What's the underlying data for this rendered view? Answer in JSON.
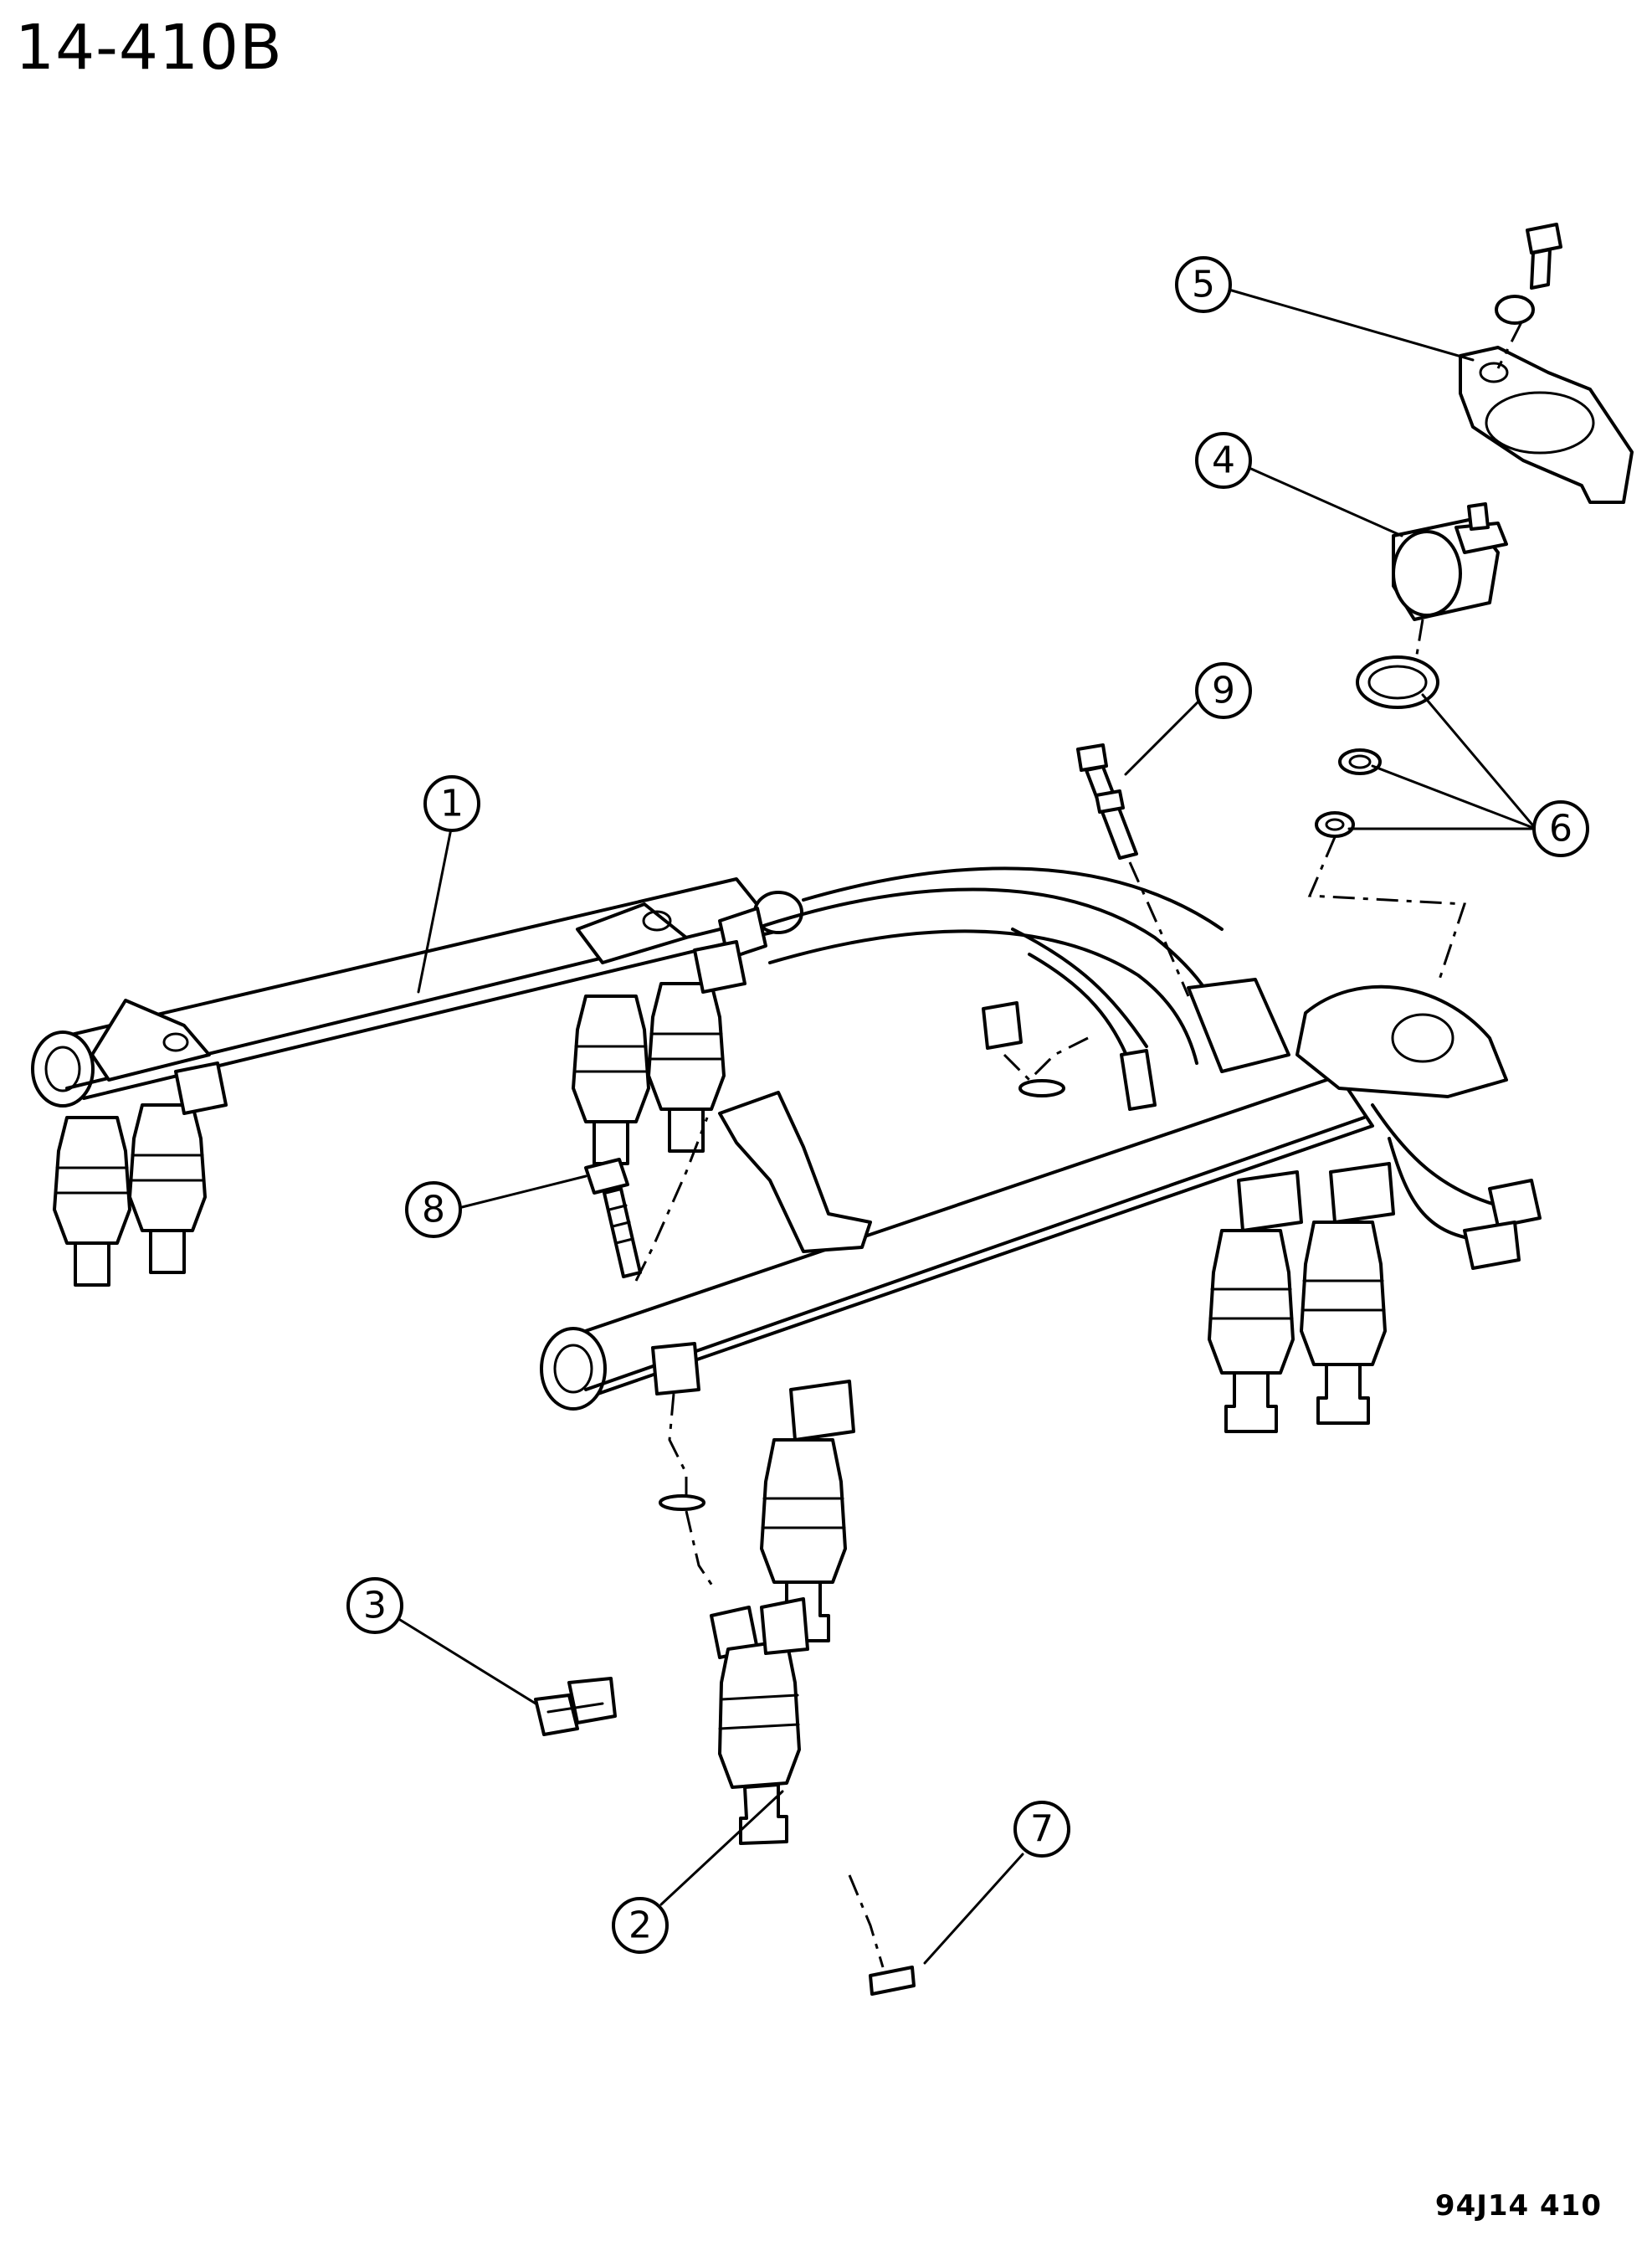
{
  "page_title": "14-410B",
  "reference_code": "94J14 410",
  "callouts": [
    {
      "label": "1"
    },
    {
      "label": "2"
    },
    {
      "label": "3"
    },
    {
      "label": "4"
    },
    {
      "label": "5"
    },
    {
      "label": "6"
    },
    {
      "label": "7"
    },
    {
      "label": "8"
    },
    {
      "label": "9"
    }
  ]
}
